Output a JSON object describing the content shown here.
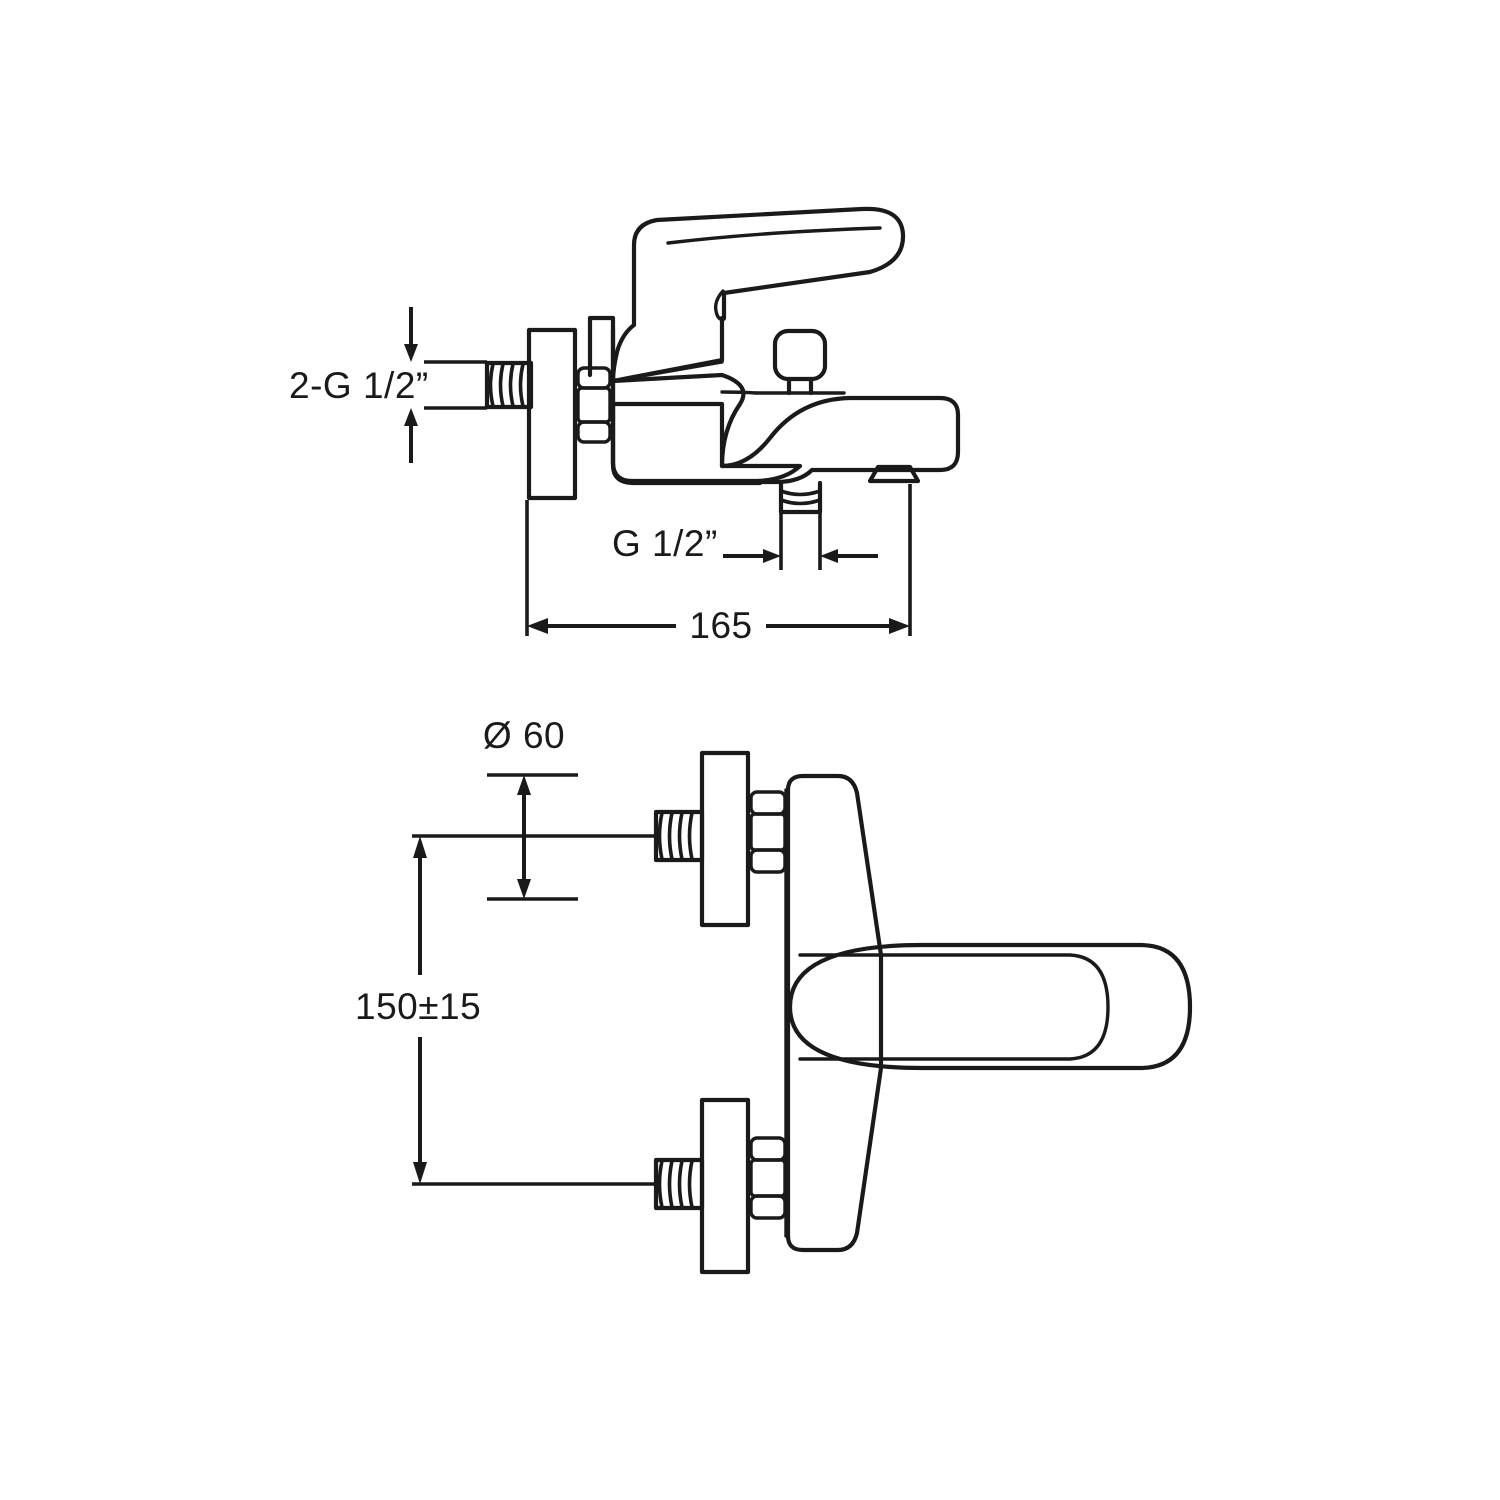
{
  "document": {
    "type": "technical-drawing",
    "subject": "Wall-mounted bath/shower mixer faucet",
    "units": "mm",
    "background_color": "#ffffff",
    "line_color": "#1a1a1a"
  },
  "views": {
    "side": {
      "name": "side-elevation-view",
      "description": "Side elevation of wall mounted bath mixer with lever handle, spout and shower outlet"
    },
    "front": {
      "name": "front-elevation-view",
      "description": "Front elevation showing two wall inlets with escutcheons and lever handle"
    }
  },
  "dimensions": {
    "inlet_thread": {
      "label": "2-G 1/2”",
      "name": "inlet-thread-callout",
      "view": "side"
    },
    "shower_outlet_thread": {
      "label": "G 1/2”",
      "name": "shower-outlet-thread-callout",
      "view": "side"
    },
    "projection": {
      "label": "165",
      "value": 165,
      "name": "projection-dimension",
      "view": "side"
    },
    "escutcheon_diameter": {
      "label": "Ø 60",
      "value": 60,
      "name": "escutcheon-diameter-dimension",
      "view": "front"
    },
    "inlet_centers": {
      "label": "150±15",
      "value": 150,
      "tolerance": 15,
      "name": "inlet-center-distance-dimension",
      "view": "front"
    }
  }
}
